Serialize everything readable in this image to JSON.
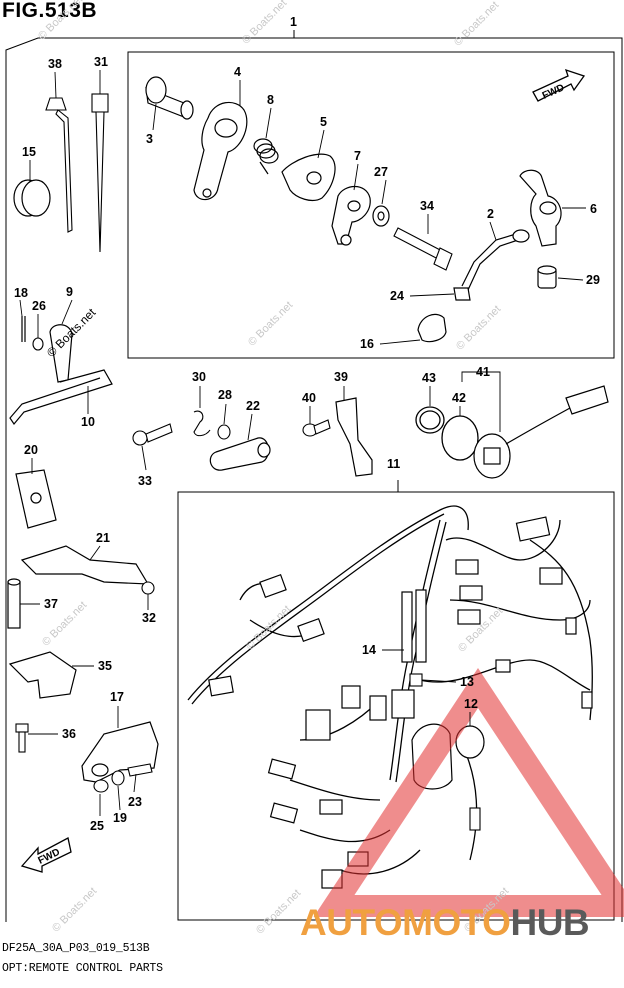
{
  "figure": {
    "title": "FIG.513B",
    "footer_code": "DF25A_30A_P03_019_513B",
    "footer_name": "OPT:REMOTE CONTROL PARTS"
  },
  "direction_arrows": [
    "FWD",
    "FWD"
  ],
  "watermark": "© Boats.net",
  "logo": {
    "part1": "AUTOMOTO",
    "part2": "HUB",
    "colors": {
      "part1": "#f0a040",
      "part2": "#5a5a5a",
      "triangle": "#e23030"
    }
  },
  "callouts": {
    "c1": "1",
    "c2": "2",
    "c3": "3",
    "c4": "4",
    "c5": "5",
    "c6": "6",
    "c7": "7",
    "c8": "8",
    "c9": "9",
    "c10": "10",
    "c11": "11",
    "c12": "12",
    "c13": "13",
    "c14": "14",
    "c15": "15",
    "c16": "16",
    "c17": "17",
    "c18": "18",
    "c19": "19",
    "c20": "20",
    "c21": "21",
    "c22": "22",
    "c23": "23",
    "c24": "24",
    "c25": "25",
    "c26": "26",
    "c27": "27",
    "c28": "28",
    "c29": "29",
    "c30": "30",
    "c31": "31",
    "c32": "32",
    "c33": "33",
    "c34": "34",
    "c35": "35",
    "c36": "36",
    "c37": "37",
    "c38": "38",
    "c39": "39",
    "c40": "40",
    "c41": "41",
    "c42": "42",
    "c43": "43"
  }
}
